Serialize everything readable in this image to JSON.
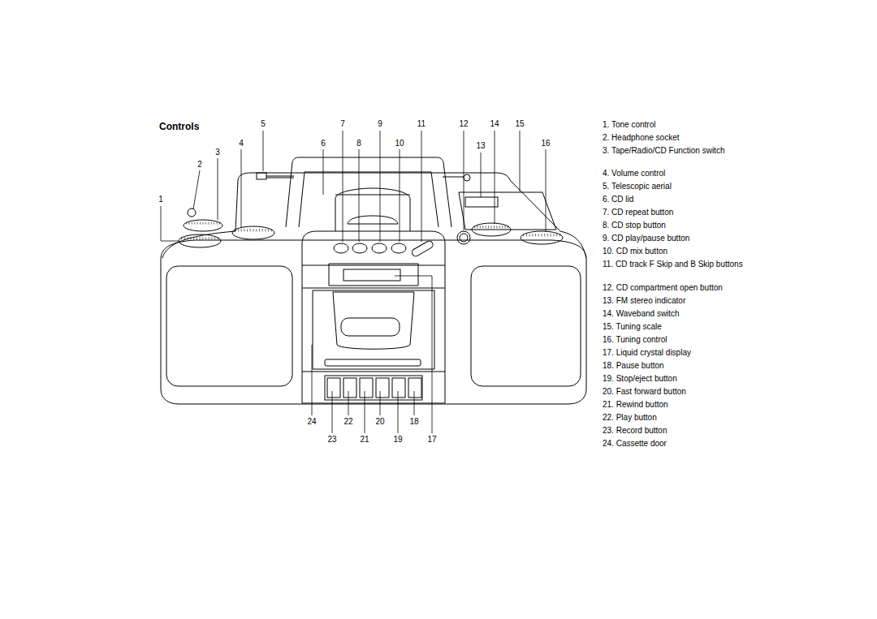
{
  "diagram": {
    "title": "Controls",
    "labels": [
      "5",
      "7",
      "9",
      "11",
      "12",
      "14",
      "15",
      "4",
      "6",
      "8",
      "10",
      "13",
      "16",
      "3",
      "2",
      "1",
      "24",
      "22",
      "20",
      "18",
      "23",
      "21",
      "19",
      "17",
      "1. Tone control",
      "2. Headphone socket",
      "3. Tape/Radio/CD Function switch",
      "4. Volume control",
      "5. Telescopic aerial",
      "6. CD lid",
      "7. CD repeat button",
      "8. CD stop button",
      "9. CD play/pause button",
      "10. CD mix button",
      "11. CD track F Skip and B Skip buttons",
      "12. CD compartment open button",
      "13. FM stereo indicator",
      "14. Waveband switch",
      "15. Tuning scale",
      "16. Tuning control",
      "17. Liquid crystal display",
      "18. Pause button",
      "19. Stop/eject button",
      "20. Fast forward button",
      "21. Rewind button",
      "22. Play button",
      "23. Record button",
      "24. Cassette door"
    ]
  }
}
